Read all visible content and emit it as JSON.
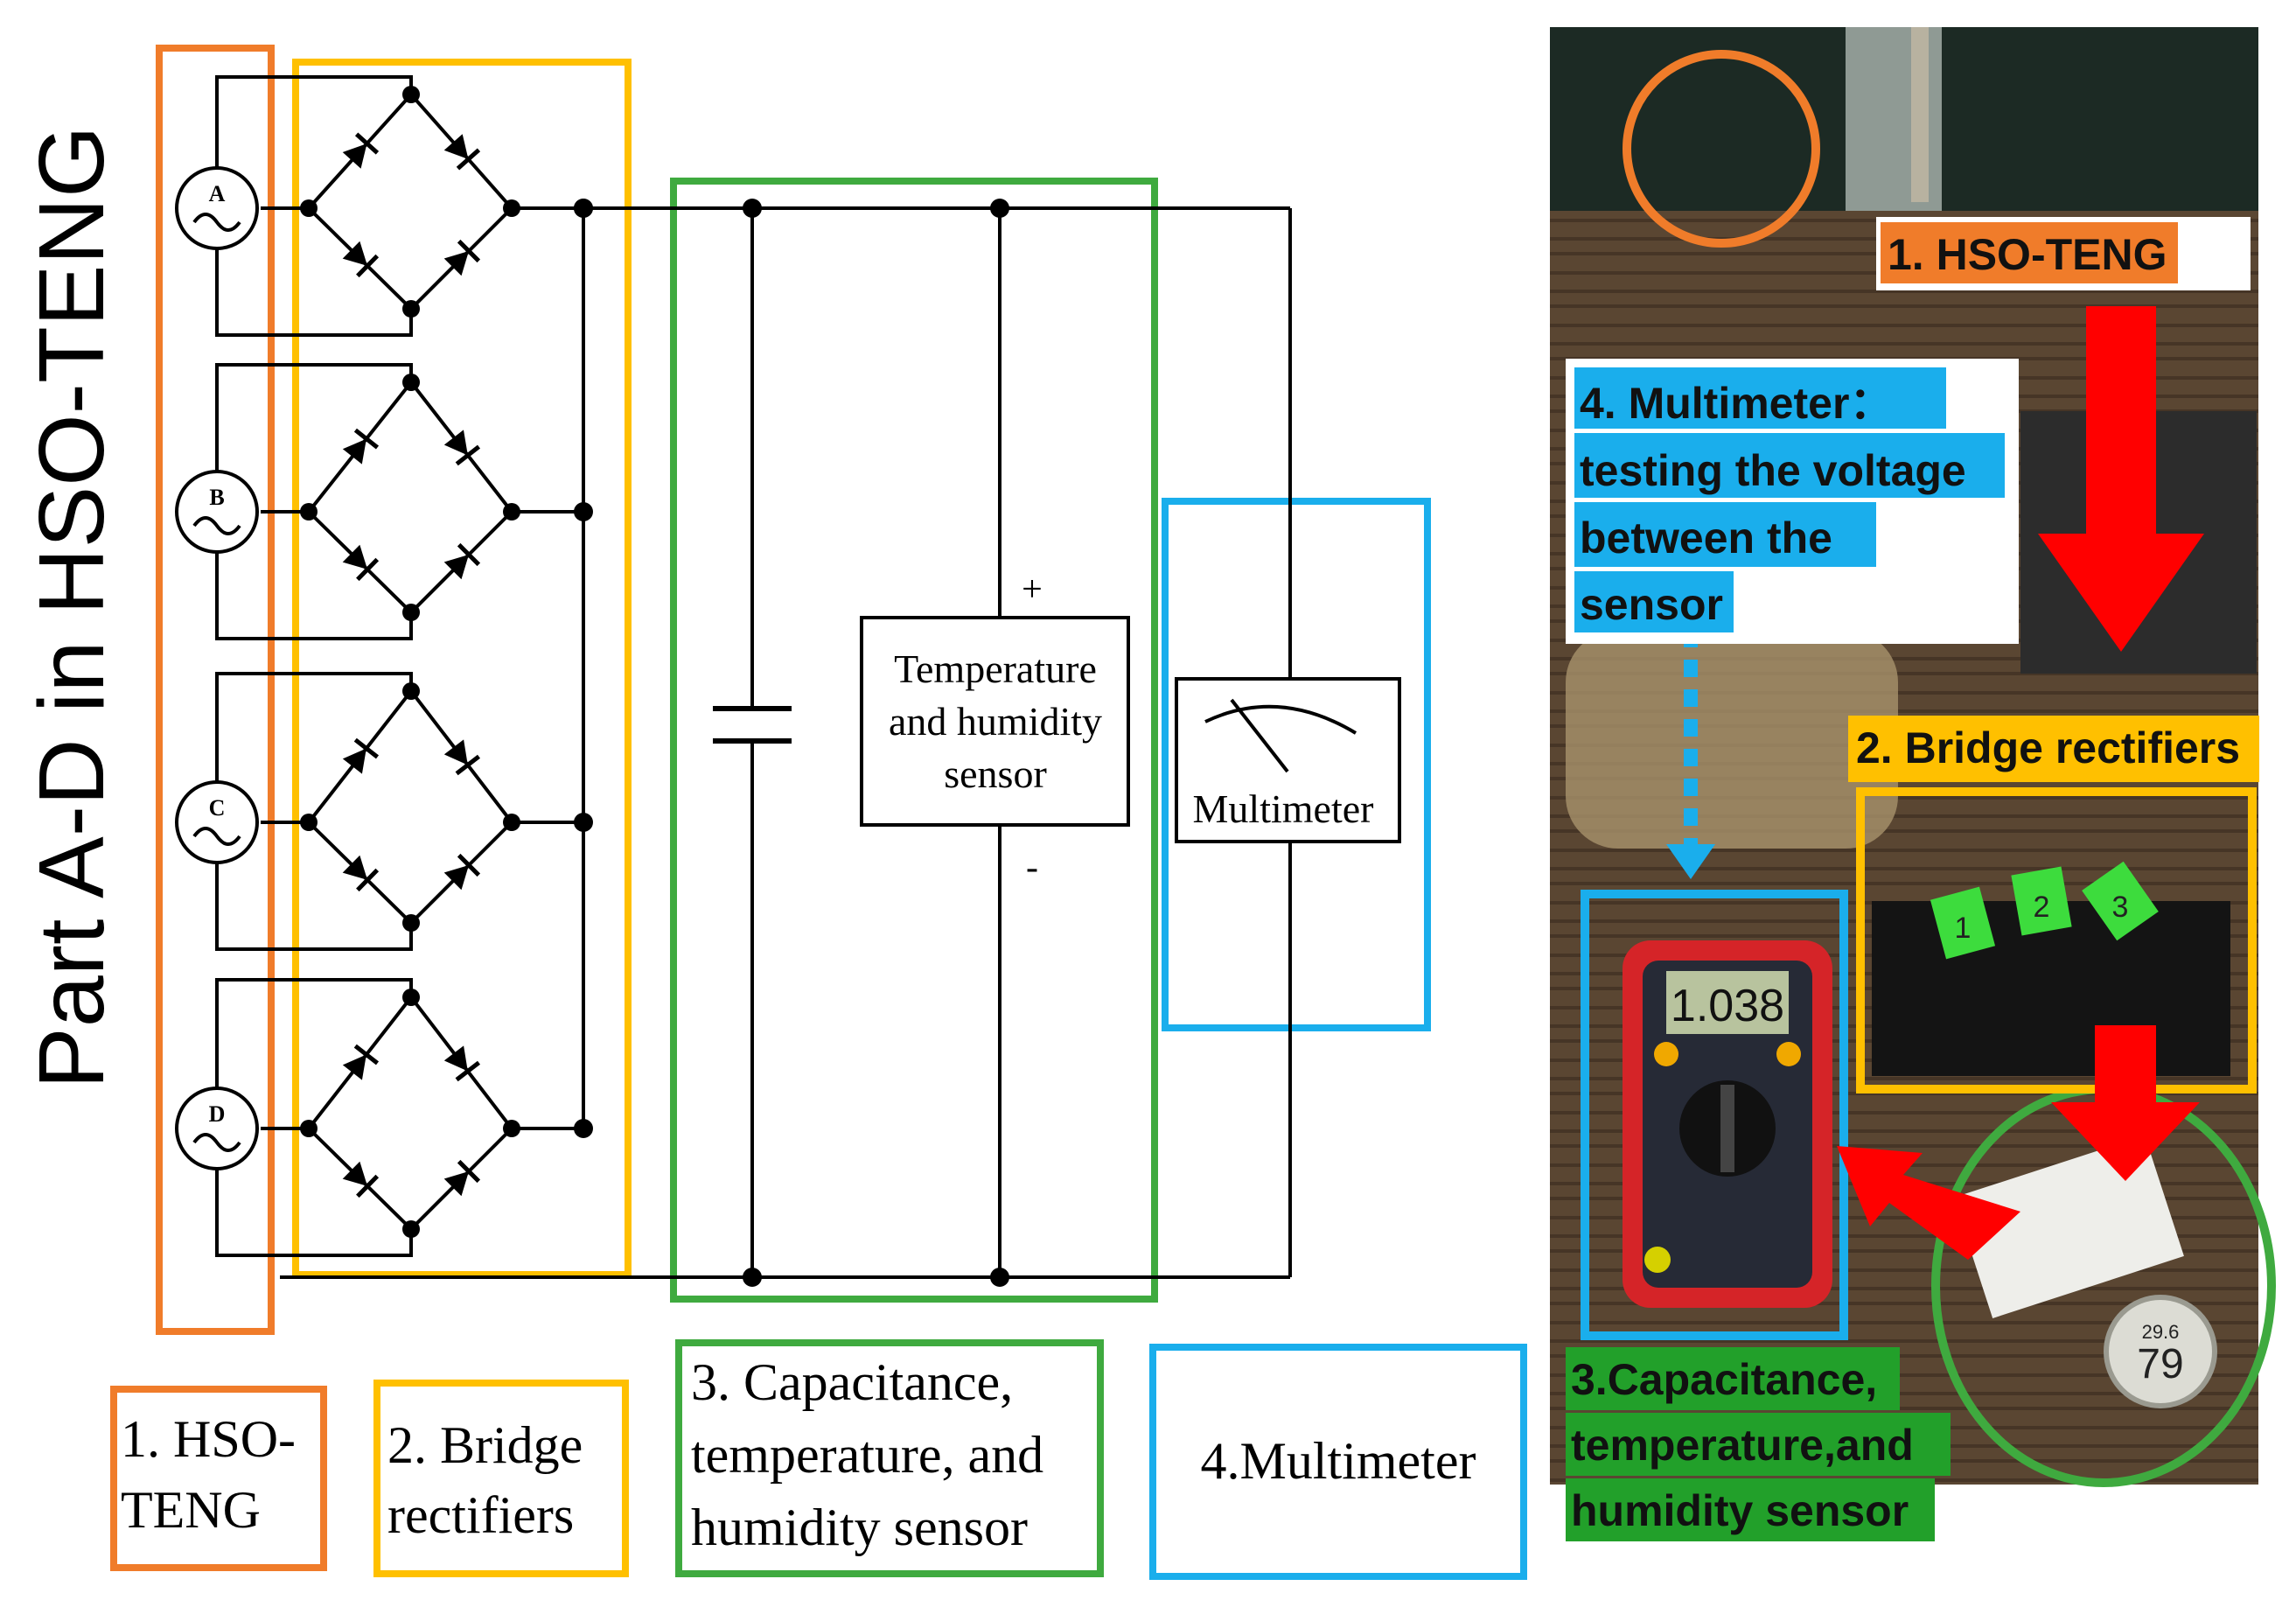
{
  "vertical_title": "Part A-D in HSO-TENG",
  "sources": [
    "A",
    "B",
    "C",
    "D"
  ],
  "sensor_label": [
    "Temperature",
    "and humidity",
    "sensor"
  ],
  "plus_sign": "+",
  "minus_sign": "-",
  "multimeter_label": "Multimeter",
  "legend": [
    {
      "lines": [
        "1. HSO-",
        "TENG"
      ],
      "color": "#f07c2a"
    },
    {
      "lines": [
        "2. Bridge",
        "rectifiers"
      ],
      "color": "#ffc000"
    },
    {
      "lines": [
        "3. Capacitance,",
        "temperature, and",
        "humidity  sensor"
      ],
      "color": "#3faa3f"
    },
    {
      "lines": [
        "4.Multimeter"
      ],
      "color": "#1aaeec"
    }
  ],
  "photo": {
    "label_teng": "1. HSO-TENG",
    "label_multimeter": [
      "4. Multimeter：",
      "testing the voltage",
      "between the",
      "sensor"
    ],
    "label_bridge": "2. Bridge rectifiers",
    "label_sensor": [
      "3.Capacitance,",
      "temperature,and",
      "humidity sensor"
    ],
    "multimeter_reading": "1.038",
    "hygrometer_temp": "29.6",
    "hygrometer_humidity": "79",
    "rectifier_marks": [
      "1",
      "2",
      "3"
    ],
    "colors": {
      "teng": "#f07c2a",
      "multimeter": "#1aaeec",
      "bridge": "#ffc000",
      "sensor": "#22a02a",
      "arrow": "#ff0000"
    }
  }
}
